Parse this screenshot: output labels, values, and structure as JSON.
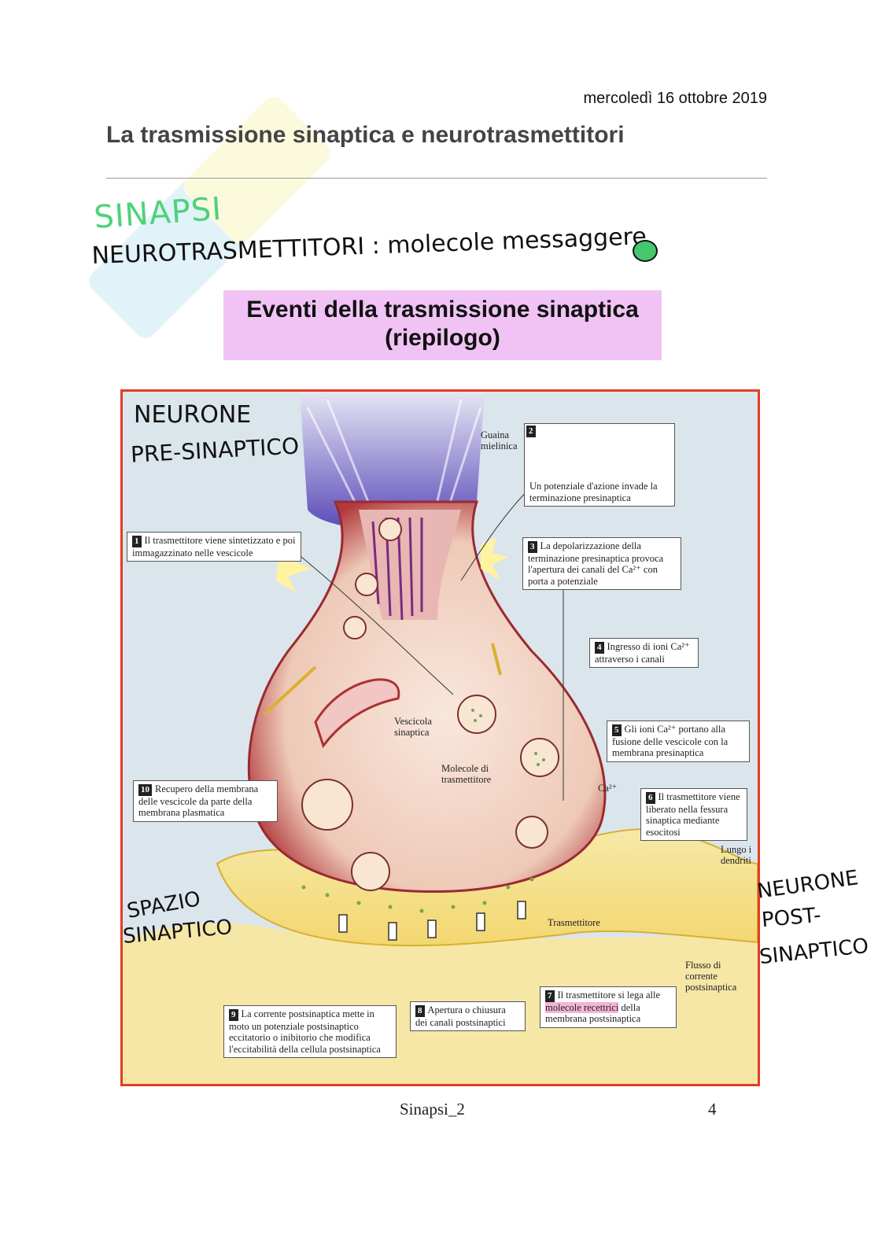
{
  "header": {
    "date": "mercoledì 16 ottobre 2019",
    "title": "La trasmissione sinaptica e neurotrasmettitori"
  },
  "notes": {
    "sinapsi": "SINAPSI",
    "neurotrasmettitori": "NEUROTRASMETTITORI : molecole messaggere"
  },
  "banner": {
    "line1": "Eventi della trasmissione sinaptica",
    "line2": "(riepilogo)"
  },
  "figure": {
    "handwritten": {
      "pre_line1": "NEURONE",
      "pre_line2": "PRE-SINAPTICO",
      "spazio_line1": "SPAZIO",
      "spazio_line2": "SINAPTICO",
      "post_line1": "NEURONE",
      "post_line2": "POST-",
      "post_line3": "SINAPTICO"
    },
    "labels": {
      "guaina": "Guaina\nmielinica",
      "vescicola": "Vescicola\nsinaptica",
      "molecole": "Molecole di\ntrasmettitore",
      "ca": "Ca²⁺",
      "lungo": "Lungo i\ndendriti",
      "trasmettitore": "Trasmettitore",
      "flusso": "Flusso di\ncorrente\npostsinaptica"
    },
    "steps": [
      {
        "n": "1",
        "text": "Il trasmettitore viene sintetizzato e poi immagazzinato nelle vescicole"
      },
      {
        "n": "2",
        "text": "Un potenziale d'azione invade la terminazione presinaptica"
      },
      {
        "n": "3",
        "text": "La depolarizzazione della terminazione presinaptica provoca l'apertura dei canali del Ca²⁺ con porta a potenziale"
      },
      {
        "n": "4",
        "text": "Ingresso di ioni Ca²⁺ attraverso i canali"
      },
      {
        "n": "5",
        "text": "Gli ioni Ca²⁺ portano alla fusione delle vescicole con la membrana presinaptica"
      },
      {
        "n": "6",
        "text": "Il trasmettitore viene liberato nella fessura sinaptica mediante esocitosi"
      },
      {
        "n": "7",
        "text_before": "Il trasmettitore si lega alle ",
        "text_highlight": "molecole recettrici",
        "text_after": " della membrana postsinaptica"
      },
      {
        "n": "8",
        "text": "Apertura o chiusura dei canali postsinaptici"
      },
      {
        "n": "9",
        "text": "La corrente postsinaptica mette in moto un potenziale postsinaptico eccitatorio o inibitorio che modifica l'eccitabilità della cellula postsinaptica"
      },
      {
        "n": "10",
        "text": "Recupero della membrana delle vescicole da parte della membrana plasmatica"
      }
    ]
  },
  "footer": {
    "name": "Sinapsi_2",
    "page": "4"
  },
  "colors": {
    "sinapsi_green": "#4dd27a",
    "banner_bg": "#f1c3f5",
    "figure_border": "#e43c22",
    "highlight_pink": "#f4b4d8"
  }
}
